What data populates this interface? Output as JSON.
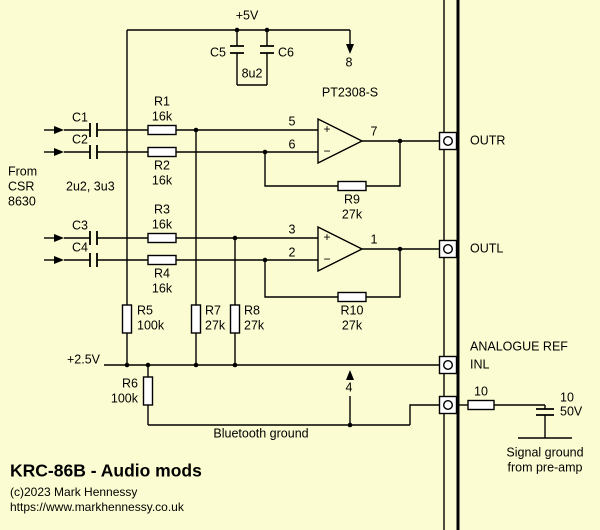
{
  "colors": {
    "background": "#FCFCD2",
    "ink": "#000000",
    "component_fill": "#FFFFFF"
  },
  "power": {
    "supply_label": "+5V",
    "supply_pin": "8",
    "ground_pin": "4",
    "vref_label": "+2.5V"
  },
  "ic": {
    "part_number": "PT2308-S",
    "opamp_top": {
      "plus_sign": "+",
      "minus_sign": "−",
      "noninv_pin": "5",
      "inv_pin": "6",
      "out_pin": "7"
    },
    "opamp_bottom": {
      "plus_sign": "+",
      "minus_sign": "−",
      "noninv_pin": "3",
      "inv_pin": "2",
      "out_pin": "1"
    }
  },
  "inputs": {
    "source_line1": "From",
    "source_line2": "CSR",
    "source_line3": "8630",
    "coupling_caps_value": "2u2, 3u3",
    "c1": "C1",
    "c2": "C2",
    "c3": "C3",
    "c4": "C4"
  },
  "decoupling": {
    "c5": "C5",
    "c6": "C6",
    "value": "8u2"
  },
  "resistors": {
    "r1": {
      "ref": "R1",
      "value": "16k"
    },
    "r2": {
      "ref": "R2",
      "value": "16k"
    },
    "r3": {
      "ref": "R3",
      "value": "16k"
    },
    "r4": {
      "ref": "R4",
      "value": "16k"
    },
    "r5": {
      "ref": "R5",
      "value": "100k"
    },
    "r6": {
      "ref": "R6",
      "value": "100k"
    },
    "r7": {
      "ref": "R7",
      "value": "27k"
    },
    "r8": {
      "ref": "R8",
      "value": "27k"
    },
    "r9": {
      "ref": "R9",
      "value": "27k"
    },
    "r10": {
      "ref": "R10",
      "value": "27k"
    },
    "ground_lift": {
      "value": "10"
    }
  },
  "ground_lift_cap": {
    "value_line1": "10",
    "value_line2": "50V"
  },
  "connectors": {
    "outr": "OUTR",
    "outl": "OUTL",
    "analogue_ref": "ANALOGUE REF",
    "inl": "INL"
  },
  "grounds": {
    "bluetooth": "Bluetooth ground",
    "signal_line1": "Signal ground",
    "signal_line2": "from pre-amp"
  },
  "title_block": {
    "title": "KRC-86B - Audio mods",
    "copyright": "(c)2023 Mark Hennessy",
    "website": "https://www.markhennessy.co.uk"
  }
}
